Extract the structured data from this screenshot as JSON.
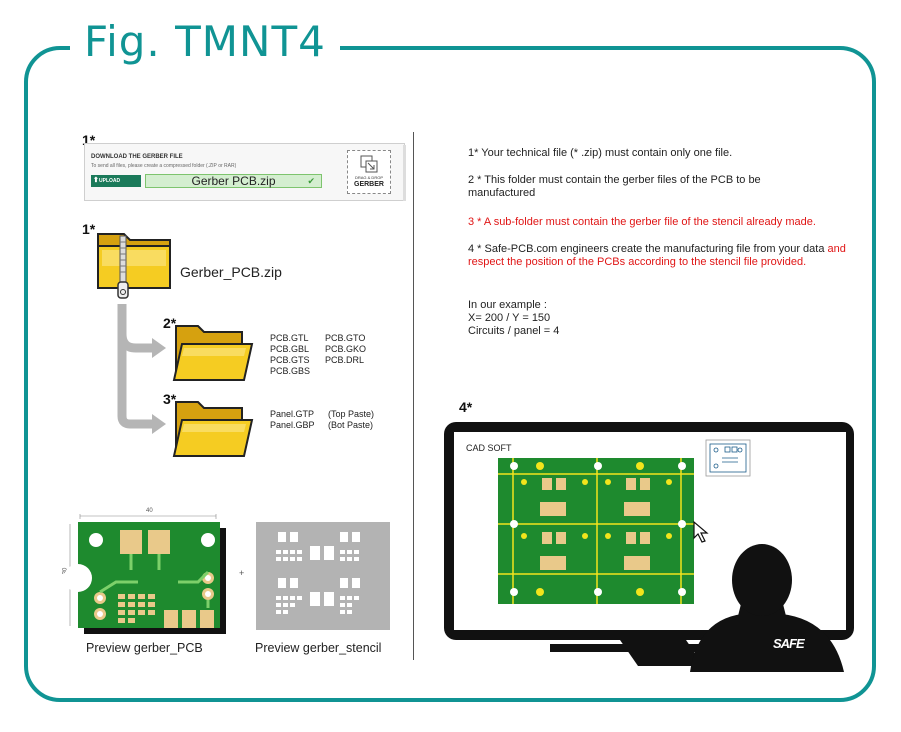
{
  "figure": {
    "title": "Fig. TMNT4"
  },
  "left": {
    "step1_num": "1*",
    "upload_panel": {
      "title": "DOWNLOAD THE GERBER FILE",
      "subtitle": "To send all files, please create a compressed folder (.ZIP or RAR)",
      "upload_button": "UPLOAD",
      "file_value": "Gerber PCB.zip",
      "drop_label_small": "DRAG & DROP",
      "drop_label_big": "GERBER"
    },
    "zip_num": "1*",
    "zip_name": "Gerber_PCB.zip",
    "folder2_num": "2*",
    "folder2_files_col1": [
      "PCB.GTL",
      "PCB.GBL",
      "PCB.GTS",
      "PCB.GBS"
    ],
    "folder2_files_col2": [
      "PCB.GTO",
      "PCB.GKO",
      "PCB.DRL"
    ],
    "folder3_num": "3*",
    "folder3_files_col1": [
      "Panel.GTP",
      "Panel.GBP"
    ],
    "folder3_files_col2": [
      "(Top Paste)",
      "(Bot Paste)"
    ],
    "dim_width": "40",
    "dim_height": "30",
    "plus": "+",
    "caption_pcb": "Preview gerber_PCB",
    "caption_stencil": "Preview gerber_stencil"
  },
  "right": {
    "note1": "1* Your technical file (* .zip) must contain only one file.",
    "note2": "2 * This folder must contain the gerber files of the PCB to be manufactured",
    "note3": "3 * A sub-folder must contain the gerber file of the stencil already made.",
    "note4_black": "4 * Safe-PCB.com engineers create the manufacturing file from your data",
    "note4_red": " and respect the position of the PCBs according to the stencil file provided.",
    "example_title": "In our example :",
    "example_xy": "X= 200 / Y = 150",
    "example_circuits": "Circuits / panel = 4",
    "step4_num": "4*",
    "cad_label": "CAD SOFT",
    "badge": "SAFE"
  },
  "colors": {
    "teal": "#109494",
    "pcb_green": "#1e8a2e",
    "pad": "#e9c98a",
    "red_text": "#e01515",
    "folder": "#f2c81c"
  }
}
